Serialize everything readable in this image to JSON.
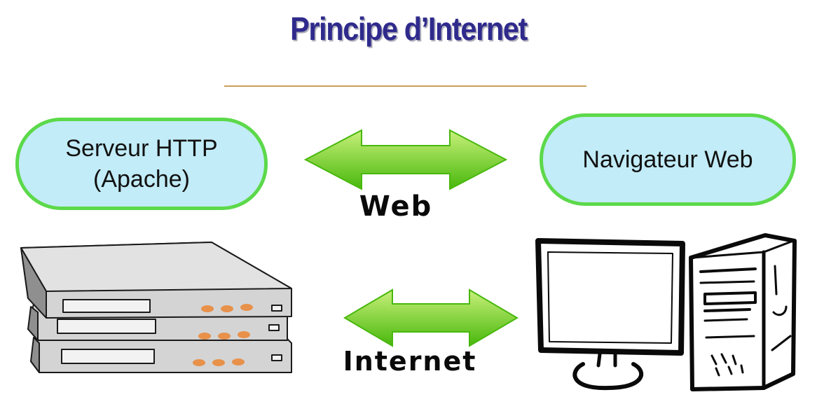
{
  "title": "Principe d’Internet",
  "nodes": {
    "server_label": "Serveur HTTP\n(Apache)",
    "browser_label": "Navigateur Web"
  },
  "links": {
    "web": "Web",
    "internet": "Internet"
  },
  "icons": {
    "server": "server-rack-icon",
    "client": "desktop-computer-icon",
    "arrow": "double-arrow-icon"
  },
  "colors": {
    "title": "#2f2a8c",
    "divider": "#c9a05a",
    "pill_fill": "#c2ecf7",
    "pill_border": "#5cd94a",
    "arrow_light": "#c8f07a",
    "arrow_dark": "#48b80c",
    "server_body": "#d4d4d4",
    "server_led": "#e8914a"
  }
}
